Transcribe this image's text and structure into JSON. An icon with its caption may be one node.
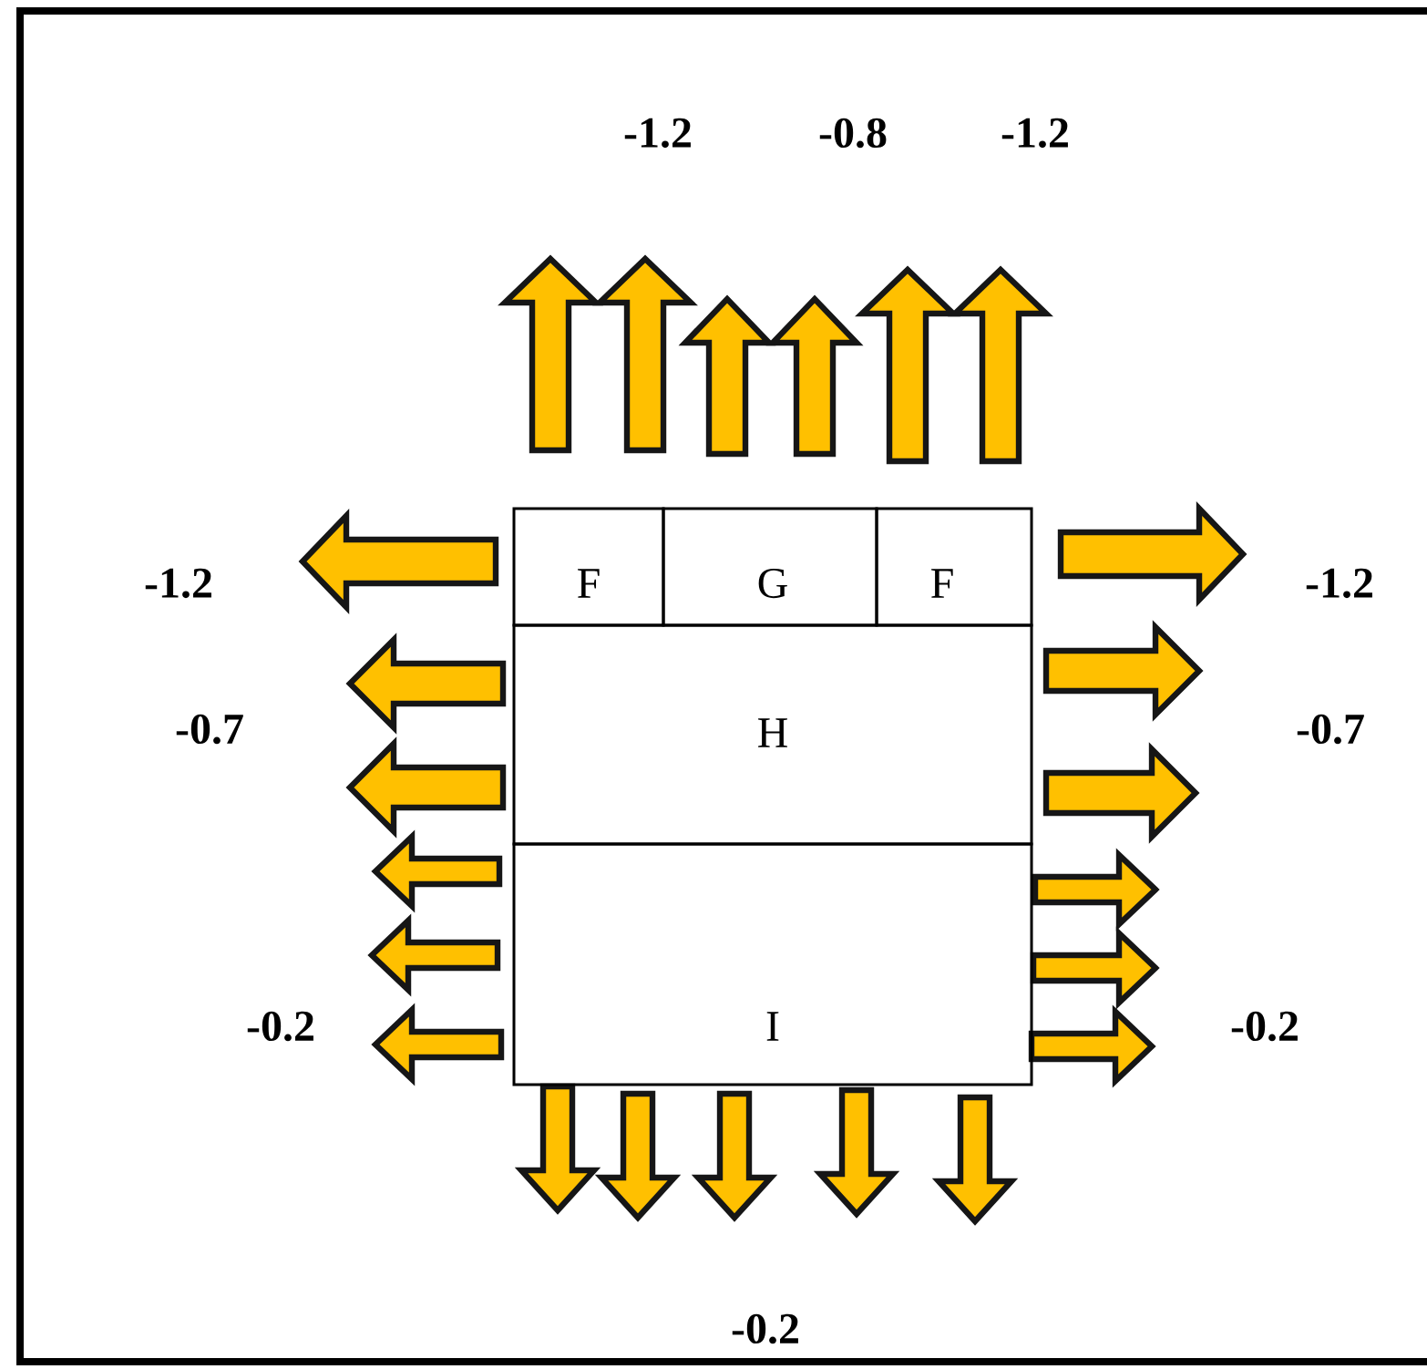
{
  "diagram": {
    "nodes": [
      {
        "text": [
          "F"
        ]
      },
      {
        "text": [
          "G"
        ]
      },
      {
        "text": [
          "F"
        ]
      },
      {
        "text": [
          "H"
        ]
      },
      {
        "text": [
          "I"
        ]
      }
    ],
    "labels": [
      "-1.2",
      "-0.8",
      "-1.2",
      "-1.2",
      "-1.2",
      "-0.7",
      "-0.7",
      "-0.2",
      "-0.2",
      "-0.2"
    ]
  }
}
